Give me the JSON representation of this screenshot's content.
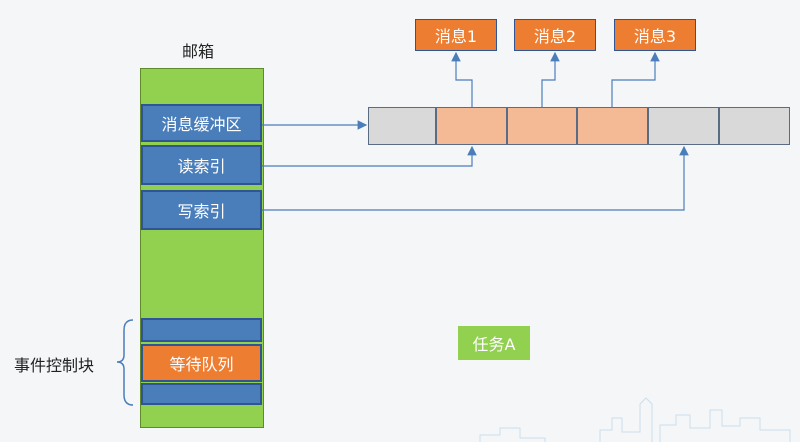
{
  "mailbox": {
    "title": "邮箱",
    "buffer_label": "消息缓冲区",
    "read_index_label": "读索引",
    "write_index_label": "写索引"
  },
  "ecb": {
    "label": "事件控制块",
    "wait_queue_label": "等待队列"
  },
  "messages": [
    "消息1",
    "消息2",
    "消息3"
  ],
  "task": {
    "label": "任务A"
  },
  "colors": {
    "green": "#92d050",
    "blue": "#4a7ebb",
    "orange": "#ed7d31",
    "peach": "#f4b995",
    "gray": "#d9d9d9",
    "line": "#4a7ebb"
  }
}
